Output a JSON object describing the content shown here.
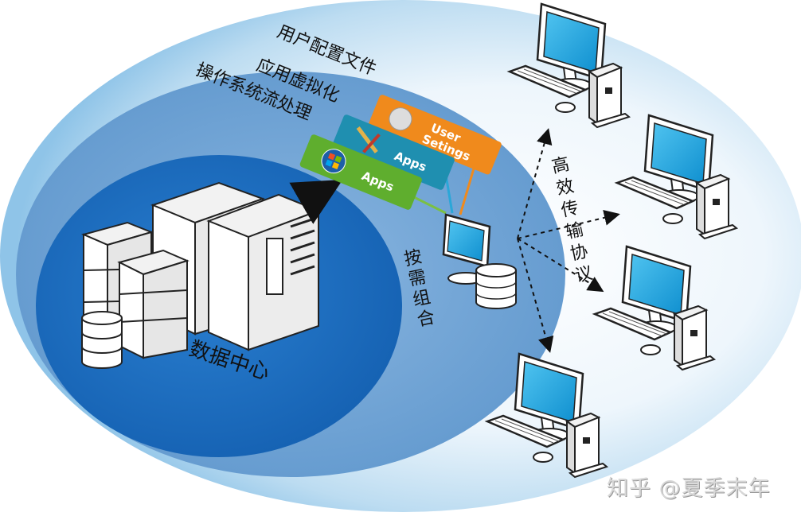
{
  "layers": {
    "user_profile": "用户配置文件",
    "app_virtualization": "应用虚拟化",
    "os_streaming": "操作系统流处理"
  },
  "cards": {
    "user_settings_line1": "User",
    "user_settings_line2": "Setings",
    "apps_virtual": "Apps",
    "apps_os": "Apps"
  },
  "labels": {
    "data_center": "数据中心",
    "on_demand": "按需组合",
    "protocol": "高效传输协议"
  },
  "watermark": "知乎 @夏季末年",
  "colors": {
    "outer": "#9fcbea",
    "middle": "#6fa2d4",
    "inner": "#1c6cbf",
    "orange": "#f08a1c",
    "teal": "#1f8fb0",
    "green": "#5fae2e",
    "screen": "#1fa6df"
  }
}
